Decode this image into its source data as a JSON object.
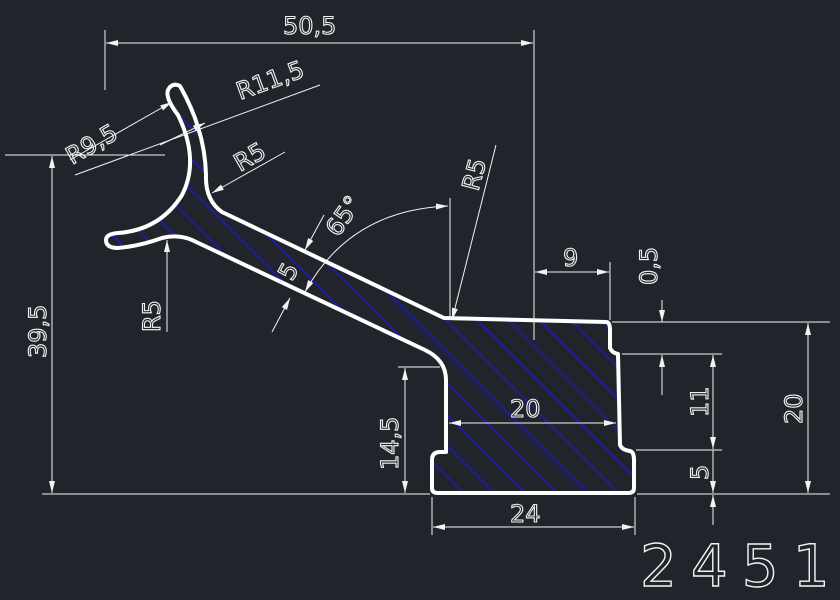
{
  "drawing": {
    "part_number": "2451",
    "colors": {
      "background": "#21252b",
      "outline": "#ffffff",
      "hatch": "#1c1c9c",
      "dimension": "#f2f2f2"
    },
    "dimensions": {
      "overall_width": "50,5",
      "outer_radius": "R11,5",
      "inner_radius": "R9,5",
      "fillet_top": "R5",
      "fillet_bottom": "R5",
      "fillet_block": "R5",
      "angle": "65°",
      "stem_thickness": "5",
      "overall_height": "39,5",
      "foot_height": "14,5",
      "inner_width": "20",
      "base_width": "24",
      "block_offset": "9",
      "step": "0,5",
      "mid_height": "11",
      "foot_step": "5",
      "block_height": "20"
    }
  }
}
